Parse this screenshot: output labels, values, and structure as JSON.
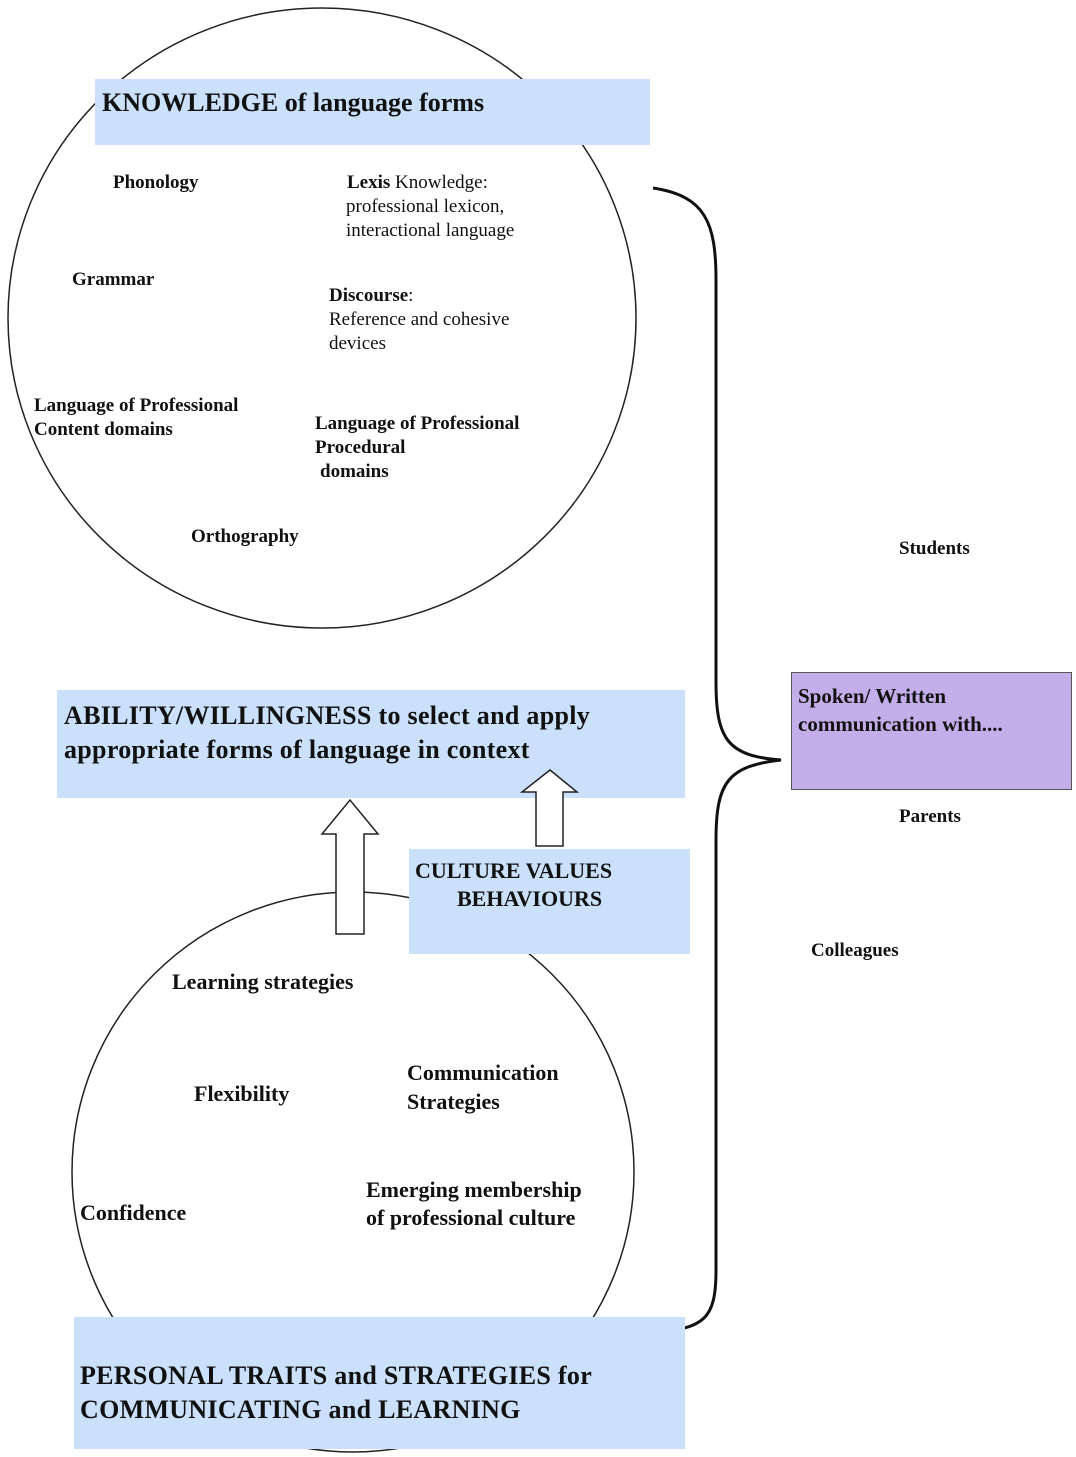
{
  "knowledge": {
    "title": "KNOWLEDGE of language forms",
    "phonology": "Phonology",
    "lexis_bold": "Lexis",
    "lexis_rest": " Knowledge:",
    "lexis_line2": "professional lexicon,",
    "lexis_line3": "interactional language",
    "grammar": "Grammar",
    "discourse_bold": "Discourse",
    "discourse_rest": ":",
    "discourse_line2": "Reference and cohesive",
    "discourse_line3": "devices",
    "content_line1": "Language of Professional",
    "content_line2": "Content domains",
    "procedural_line1": "Language of Professional",
    "procedural_line2": "Procedural",
    "procedural_line3": "domains",
    "orthography": "Orthography"
  },
  "ability": {
    "line1": "ABILITY/WILLINGNESS to select and apply",
    "line2": "appropriate forms of language in context"
  },
  "culture": {
    "line1": "CULTURE VALUES",
    "line2": "BEHAVIOURS"
  },
  "personal": {
    "learning_strategies": "Learning strategies",
    "flexibility": "Flexibility",
    "communication_line1": "Communication",
    "communication_line2": "Strategies",
    "confidence": "Confidence",
    "emerging_line1": "Emerging membership",
    "emerging_line2": "of professional  culture",
    "title_line1": "PERSONAL  TRAITS and STRATEGIES  for",
    "title_line2": "COMMUNICATING and LEARNING"
  },
  "communication": {
    "line1": "Spoken/ Written",
    "line2": "communication with....",
    "students": "Students",
    "parents": "Parents",
    "colleagues": "Colleagues"
  }
}
